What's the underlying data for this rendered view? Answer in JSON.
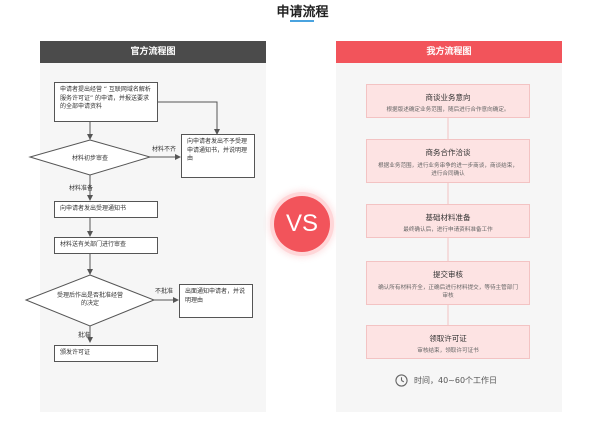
{
  "header": {
    "title": "申请流程"
  },
  "left_panel": {
    "title": "官方流程图",
    "box_apply": "申请者提出经营 “ 互联网域名解析服务许可证” 的申请，并报送要求的全部申请资料",
    "diamond_initial": "材料初步审查",
    "label_incomplete": "材料不齐",
    "box_notify_reject": "向申请者发出不予受理申请通知书，并说明理由",
    "label_ready": "材料准备",
    "box_accept": "向申请者发出受理通知书",
    "box_review": "材料送有关部门进行审查",
    "diamond_decision": "受理后作出是否批准经营的决定",
    "label_not_approved": "不批准",
    "box_notify_decision": "出面通知申请者，并说明理由",
    "label_approved": "批准",
    "box_issue": "颁发许可证"
  },
  "vs": {
    "text": "VS"
  },
  "right_panel": {
    "title": "我方流程图",
    "steps": [
      {
        "title": "商谈业务意向",
        "desc": "根据版述确定业务范围，随后进行合作意向确定。"
      },
      {
        "title": "商务合作洽谈",
        "desc": "根据业务范围，进行业务串争的进一步商谈，商谈结束，进行合同确认"
      },
      {
        "title": "基础材料准备",
        "desc": "最终确认后，进行申请资料准备工作"
      },
      {
        "title": "提交审核",
        "desc": "确认所有材料齐全，正确后进行材料提交，等待主管部门审核"
      },
      {
        "title": "领取许可证",
        "desc": "审核结束，领取许可证书"
      }
    ],
    "time_text": "时间，40~60个工作日"
  },
  "colors": {
    "accent_red": "#f2545b",
    "dark_header": "#4b4b4b",
    "step_bg": "#fde3e3",
    "underline_blue": "#4aa3df"
  },
  "icons": {
    "clock": "clock-icon"
  }
}
